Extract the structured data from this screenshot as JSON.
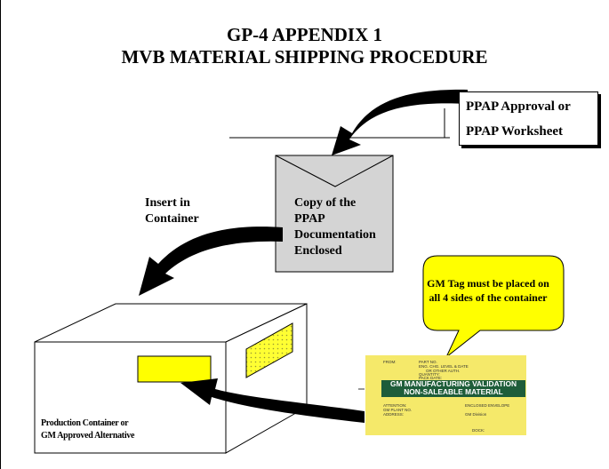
{
  "title": {
    "line1": "GP-4 APPENDIX 1",
    "line2": "MVB MATERIAL SHIPPING PROCEDURE"
  },
  "ppap_box": {
    "line1": "PPAP Approval or",
    "line2": "PPAP Worksheet"
  },
  "envelope": {
    "lines": [
      "Copy of the",
      "PPAP",
      "Documentation",
      "Enclosed"
    ]
  },
  "insert_label": {
    "lines": [
      "Insert in",
      "Container"
    ]
  },
  "callout": {
    "text": "GM Tag must be placed on all 4 sides of the container"
  },
  "gm_tag": {
    "from": "FROM:",
    "part_no": "PART NO.",
    "eng_level": "ENG. CHG. LEVEL & DATE",
    "other_auth": "OR OTHER AUTH.",
    "quantity": "QUANTITY:",
    "pack_date": "PACK DATE:",
    "band_line1": "GM MANUFACTURING VALIDATION",
    "band_line2": "NON-SALEABLE MATERIAL",
    "attention": "ATTENTION:",
    "gm_plant": "GM PLANT NO.",
    "address": "ADDRESS:",
    "enclosed": "ENCLOSED ENVELOPE",
    "dock": "DOCK:",
    "brand": "GM Division"
  },
  "container_label": {
    "lines": [
      "Production Container or",
      "GM Approved Alternative"
    ]
  },
  "colors": {
    "arrow": "#000000",
    "envelope_fill": "#d4d4d4",
    "callout_fill": "#ffff00",
    "label_fill": "#ffff00",
    "tag_fill": "#f5e96a",
    "tag_band": "#1e5d3a"
  }
}
